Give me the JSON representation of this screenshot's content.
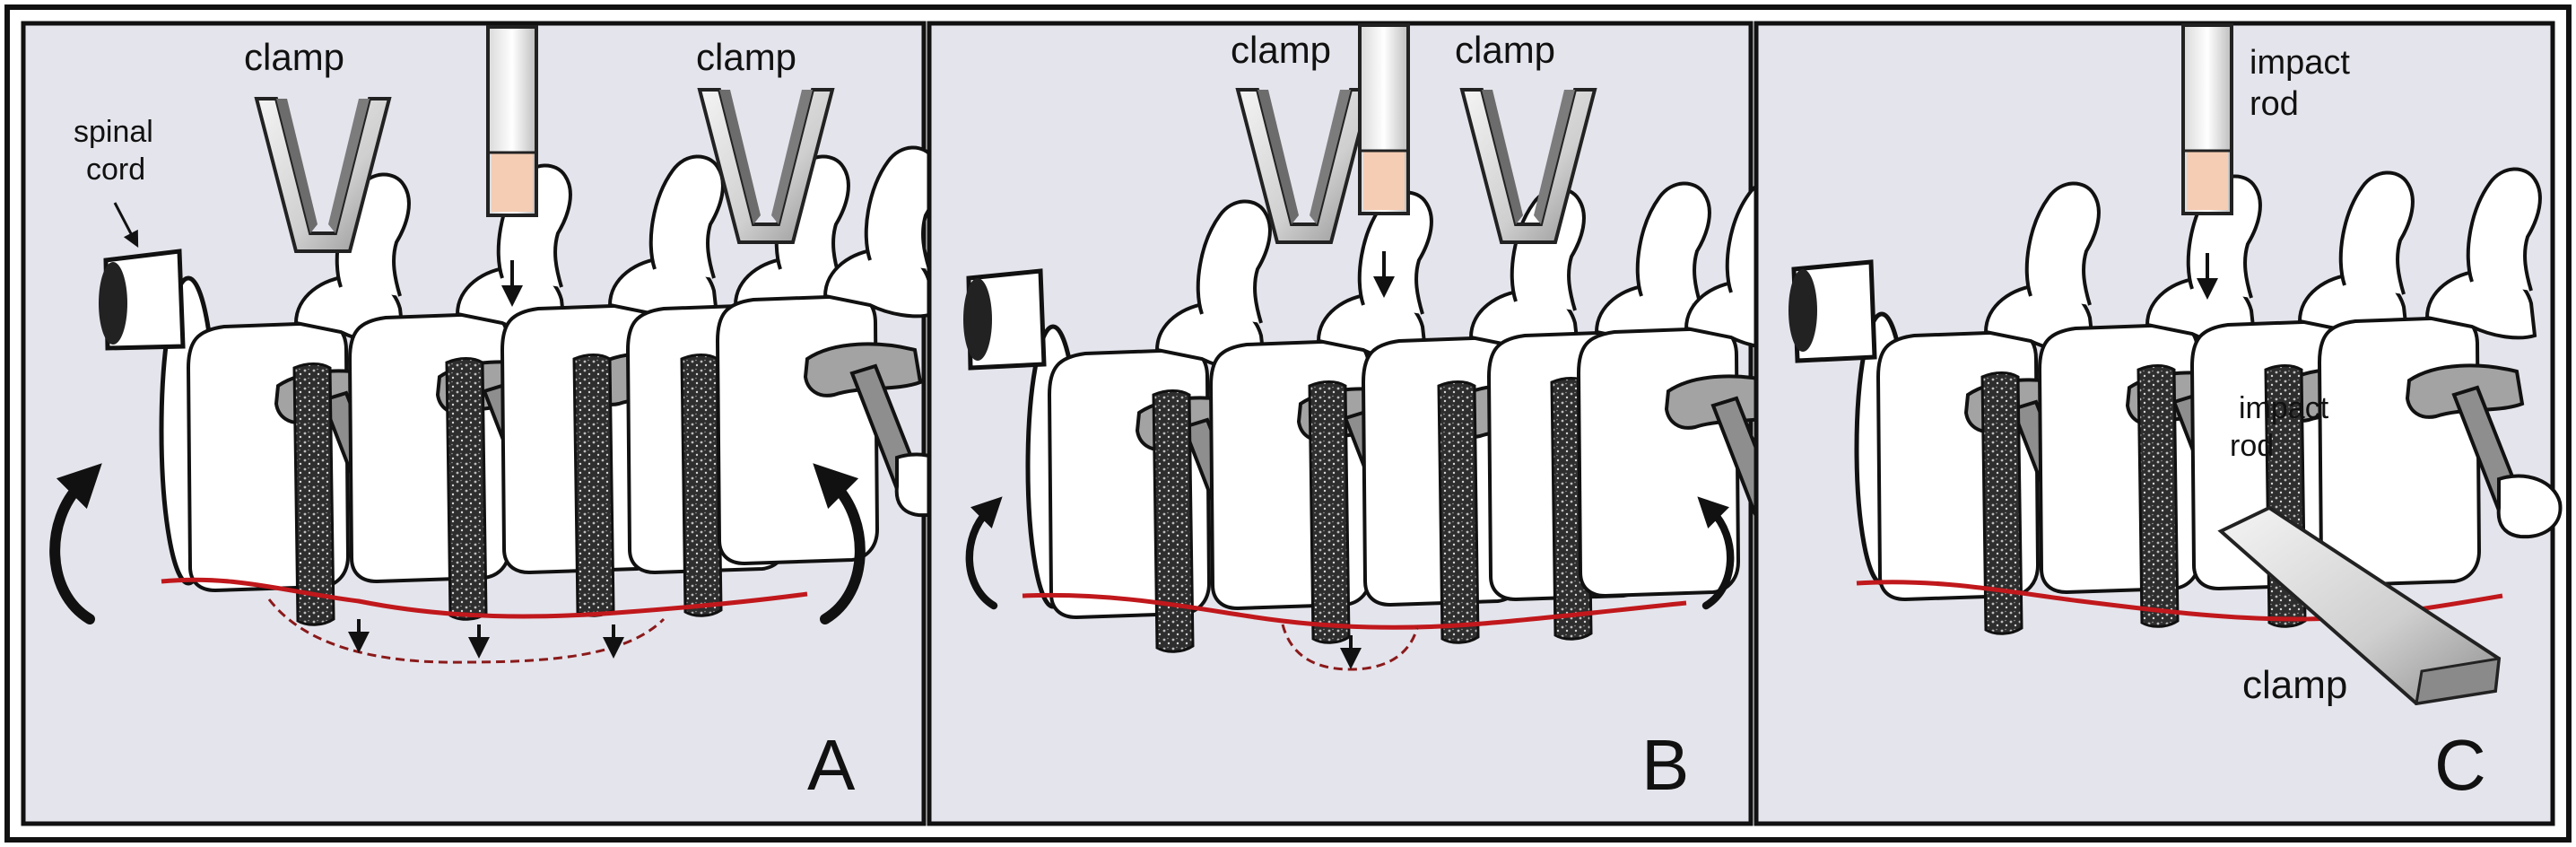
{
  "panels": [
    {
      "letter": "A",
      "labels": {
        "spinal_cord_line1": "spinal",
        "spinal_cord_line2": "cord",
        "clamp_left": "clamp",
        "clamp_right": "clamp"
      }
    },
    {
      "letter": "B",
      "labels": {
        "clamp_left": "clamp",
        "clamp_right": "clamp"
      }
    },
    {
      "letter": "C",
      "labels": {
        "impact_rod_line1": "impact",
        "impact_rod_line2": "rod",
        "impact_rod_inner_line1": "impact",
        "impact_rod_inner_line2": "rod",
        "clamp": "clamp"
      }
    }
  ],
  "colors": {
    "panel_bg": "#e4e4ec",
    "border": "#111111",
    "endplate_red": "#c0181c",
    "rod_tip": "#f5cdb4",
    "clamp_grey": "#9a9a9a",
    "disc": "#3a3a3a"
  }
}
